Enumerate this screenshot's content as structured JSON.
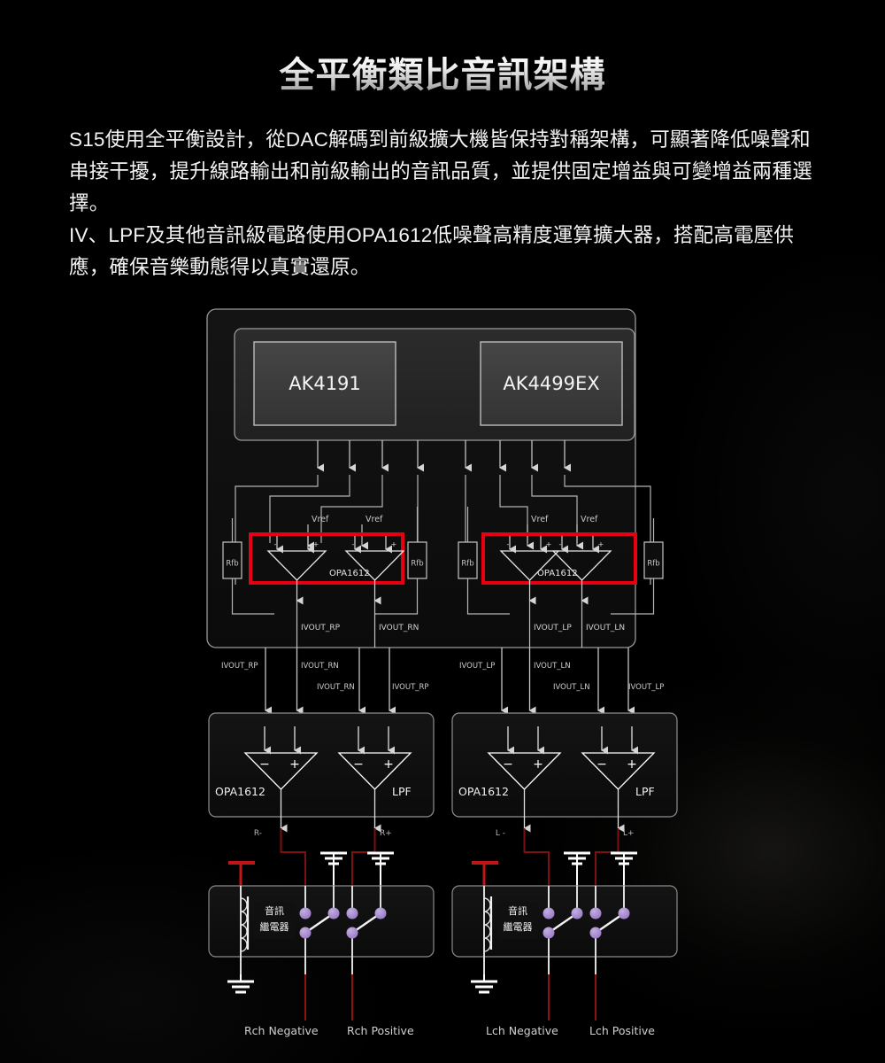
{
  "page": {
    "title": "全平衡類比音訊架構",
    "paragraph1": "S15使用全平衡設計，從DAC解碼到前級擴大機皆保持對稱架構，可顯著降低噪聲和串接干擾，提升線路輸出和前級輸出的音訊品質，並提供固定增益與可變增益兩種選擇。",
    "paragraph2": "IV、LPF及其他音訊級電路使用OPA1612低噪聲高精度運算擴大器，搭配高電壓供應，確保音樂動態得以真實還原。"
  },
  "colors": {
    "background": "#000000",
    "line": "#c9c9c9",
    "highlight_red": "#e60012",
    "signal_red": "#8f1111",
    "relay_contact": "#a78bd0",
    "chip_fill": "#3a3a3a",
    "panel_fill": "#262626",
    "text": "#e8e8e8"
  },
  "diagram": {
    "dac": {
      "chip_left_label": "AK4191",
      "chip_right_label": "AK4499EX"
    },
    "iv_stage": {
      "opamp_label": "OPA1612",
      "vref_label": "Vref",
      "rfb_label": "Rfb",
      "minus": "-",
      "plus": "+",
      "left_outputs": [
        "IVOUT_RP",
        "IVOUT_RN"
      ],
      "right_outputs": [
        "IVOUT_LP",
        "IVOUT_LN"
      ]
    },
    "bus_labels": {
      "row_upper": [
        "IVOUT_RP",
        "IVOUT_RN",
        "IVOUT_LP",
        "IVOUT_LN"
      ],
      "row_lower": [
        "IVOUT_RN",
        "IVOUT_RP",
        "IVOUT_LN",
        "IVOUT_LP"
      ]
    },
    "lpf_stage": {
      "opamp_label": "OPA1612",
      "filter_label": "LPF",
      "minus": "−",
      "plus": "+"
    },
    "node_labels": {
      "r_negative": "R-",
      "r_positive": "R+",
      "l_negative": "L -",
      "l_positive": "L+"
    },
    "relay": {
      "label_line1": "音訊",
      "label_line2": "繼電器"
    },
    "outputs": [
      "Rch Negative",
      "Rch Positive",
      "Lch Negative",
      "Lch Positive"
    ]
  }
}
